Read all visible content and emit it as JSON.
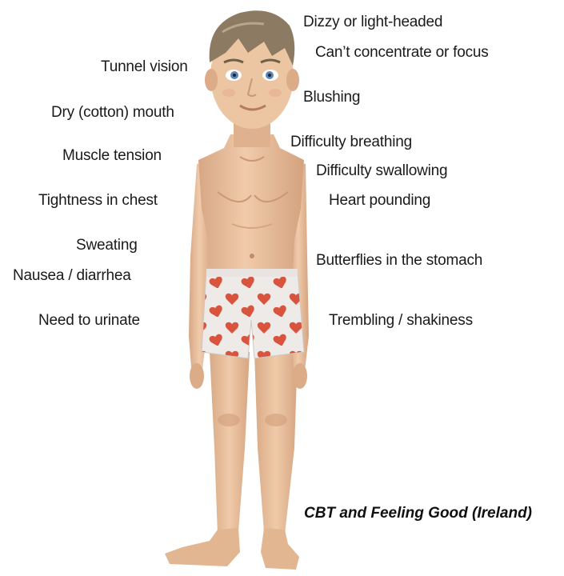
{
  "symptoms_left": [
    "Tunnel vision",
    "Dry (cotton) mouth",
    "Muscle tension",
    "Tightness in chest",
    "Sweating",
    "Nausea / diarrhea",
    "Need to urinate"
  ],
  "symptoms_right": [
    "Dizzy or light-headed",
    "Can’t concentrate or focus",
    "Blushing",
    "Difficulty breathing",
    "Difficulty swallowing",
    "Heart pounding",
    "Butterflies in the stomach",
    "Trembling / shakiness"
  ],
  "credit": "CBT and Feeling Good (Ireland)",
  "colors": {
    "skin": "#e8c2a0",
    "skin_shadow": "#c99875",
    "hair": "#8c7a62",
    "shorts": "#ece9e7",
    "hearts": "#d9543e",
    "eyes": "#5b86b8"
  }
}
